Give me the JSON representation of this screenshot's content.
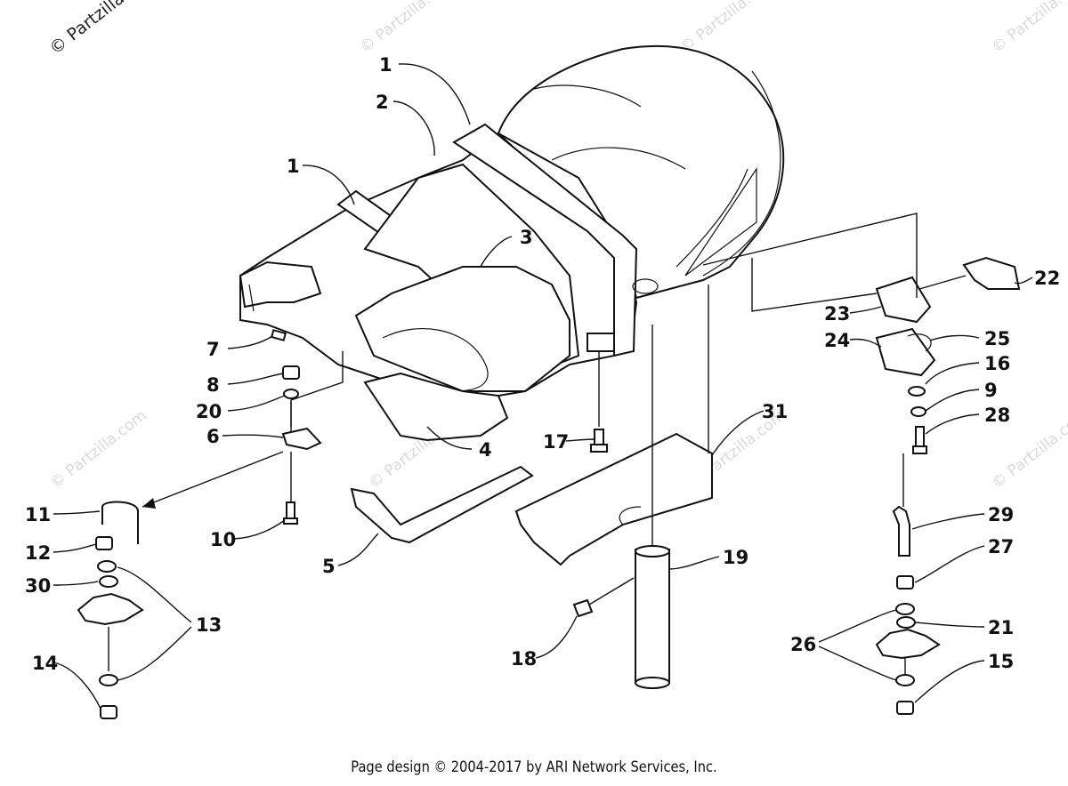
{
  "watermark": {
    "corner_text": "© Partzilla",
    "repeat_text": "© Partzilla.com"
  },
  "footer": {
    "text": "Page design © 2004-2017 by ARI Network Services, Inc."
  },
  "callouts": {
    "c1a": "1",
    "c1b": "1",
    "c2": "2",
    "c3": "3",
    "c4": "4",
    "c5": "5",
    "c6": "6",
    "c7": "7",
    "c8": "8",
    "c9": "9",
    "c10": "10",
    "c11": "11",
    "c12": "12",
    "c13": "13",
    "c14": "14",
    "c15": "15",
    "c16": "16",
    "c17": "17",
    "c18": "18",
    "c19": "19",
    "c20": "20",
    "c21": "21",
    "c22": "22",
    "c23": "23",
    "c24": "24",
    "c25": "25",
    "c26": "26",
    "c27": "27",
    "c28": "28",
    "c29": "29",
    "c30": "30",
    "c31": "31"
  }
}
